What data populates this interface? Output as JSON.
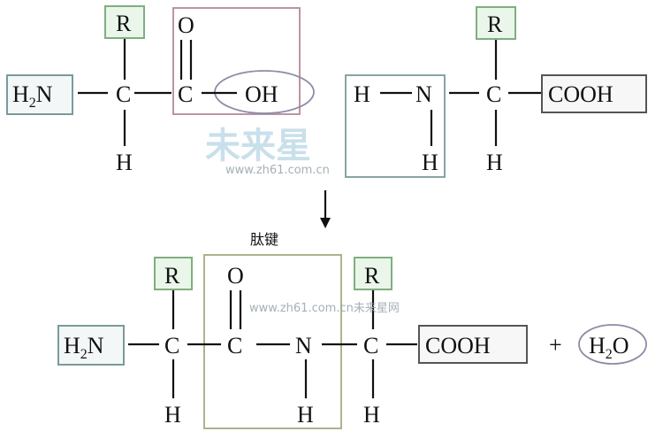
{
  "atoms": {
    "h2n": "H",
    "h2n_sub": "2",
    "n": "N",
    "c": "C",
    "o": "O",
    "h": "H",
    "r": "R",
    "oh": "OH",
    "cooh": "COOH",
    "plus": "+"
  },
  "water": {
    "h": "H",
    "sub": "2",
    "o": "O"
  },
  "peptide_bond_label": "肽键",
  "watermark": {
    "logo": "未来星",
    "url": "www.zh61.com.cn",
    "url2": "www.zh61.com.cn未来星网"
  },
  "colors": {
    "r_box": "#7fae7f",
    "frame_box": "#a7a97e",
    "h2n_box": "#7c9a9a",
    "oxygen_box": "#b48b97",
    "oval": "#8c8ca6"
  }
}
